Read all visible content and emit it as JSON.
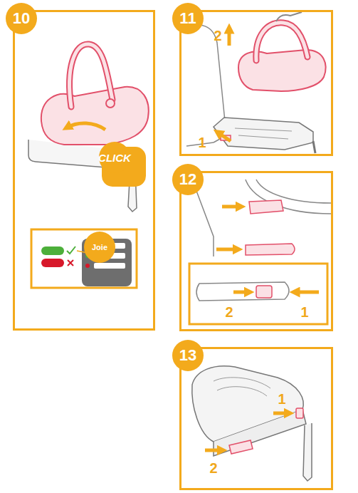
{
  "diagram": {
    "nodes": [
      {
        "text": [
          "10"
        ]
      },
      {
        "text": [
          "CLICK"
        ],
        "in": 0
      },
      {
        "text": [
          "Joie"
        ],
        "in": 0
      },
      {
        "text": [
          "11"
        ]
      },
      {
        "text": [
          "12"
        ]
      },
      {
        "text": [
          "13"
        ]
      }
    ],
    "labels": [
      "2",
      "1",
      "2",
      "1",
      "1",
      "2"
    ]
  }
}
